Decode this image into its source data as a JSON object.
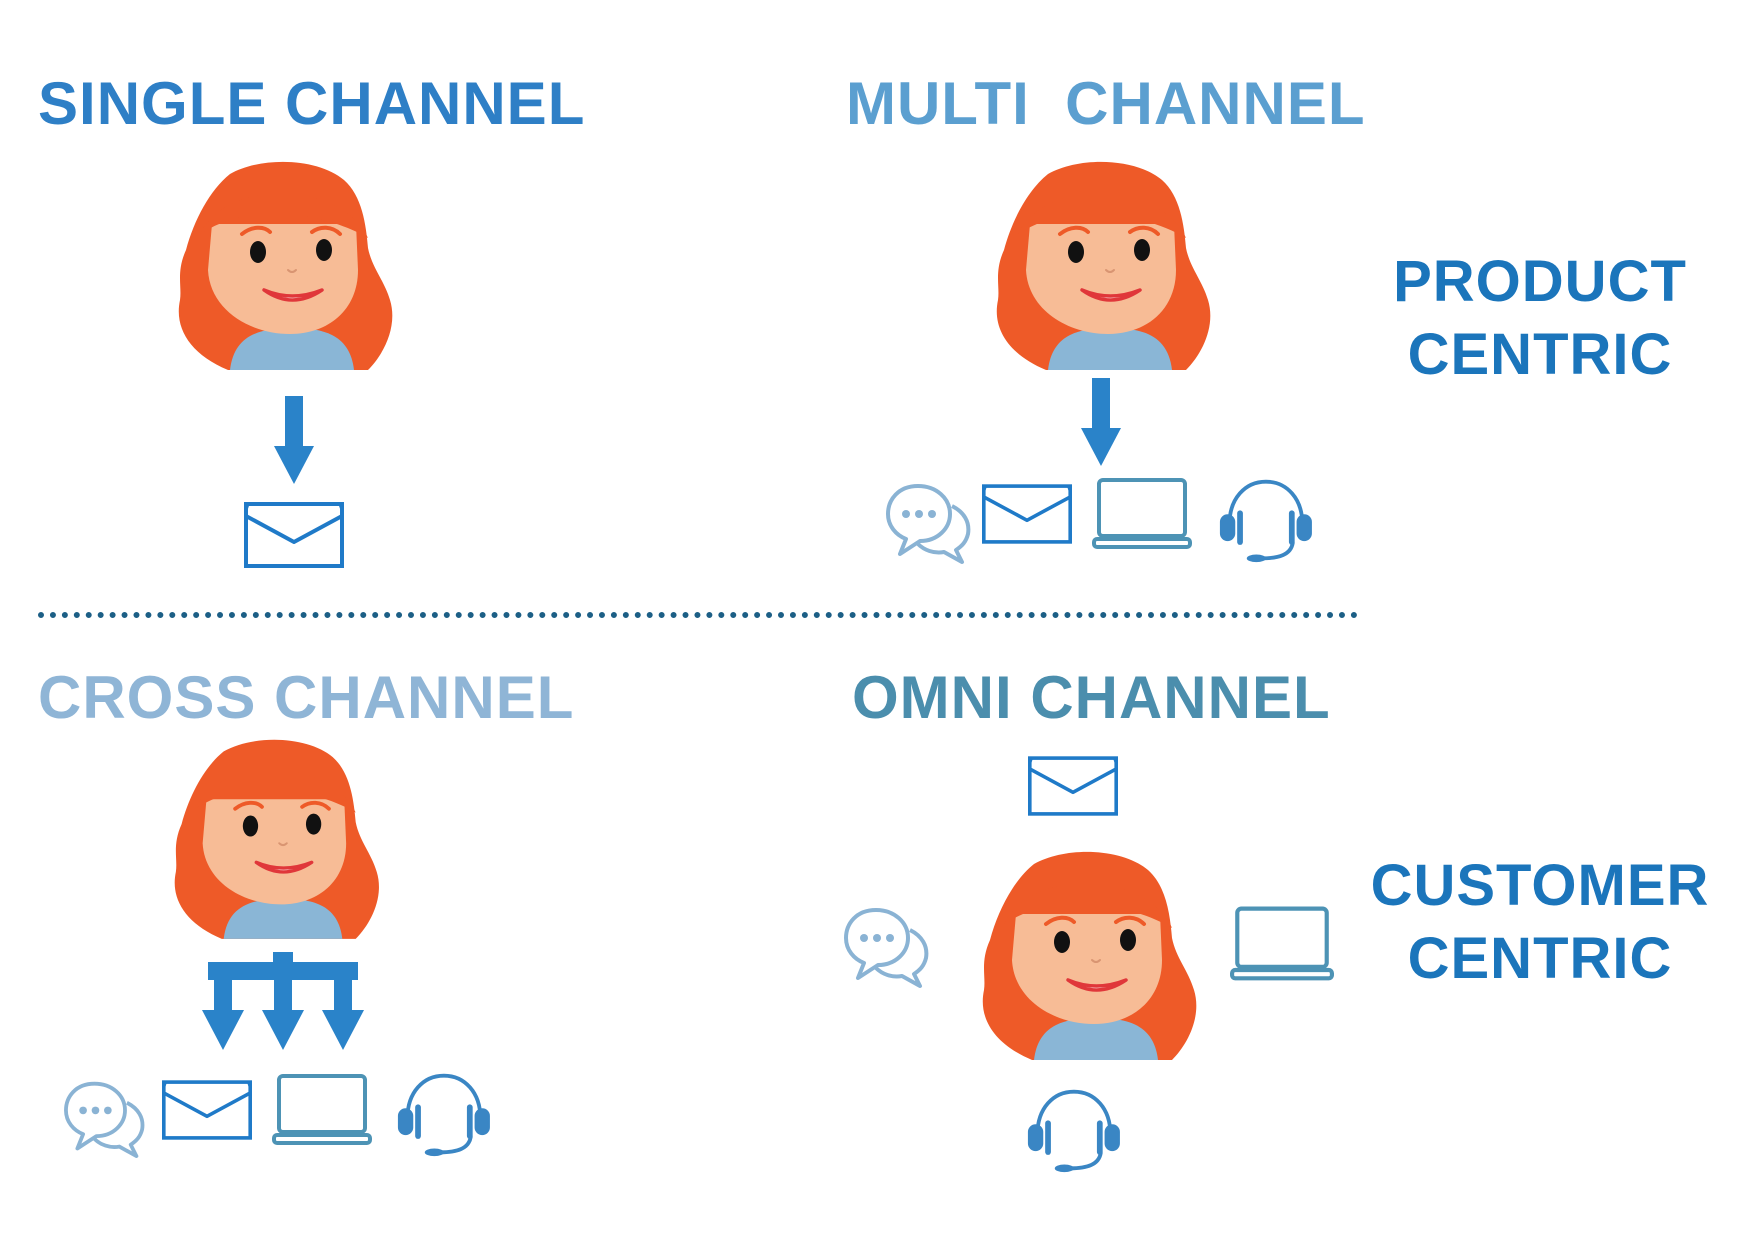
{
  "quadrants": {
    "single": {
      "title": "SINGLE CHANNEL",
      "color": "#2e7fc6"
    },
    "multi": {
      "title": "MULTI  CHANNEL",
      "color": "#5b9fd0"
    },
    "cross": {
      "title": "CROSS CHANNEL",
      "color": "#8fb5d6"
    },
    "omni": {
      "title": "OMNI CHANNEL",
      "color": "#4b8ead"
    }
  },
  "categories": {
    "product": {
      "line1": "PRODUCT",
      "line2": "CENTRIC"
    },
    "customer": {
      "line1": "CUSTOMER",
      "line2": "CENTRIC"
    }
  },
  "icons": {
    "person": "woman-avatar-icon",
    "arrow": "arrow-down-icon",
    "email": "envelope-icon",
    "chat": "chat-bubbles-icon",
    "laptop": "laptop-icon",
    "headset": "headset-icon"
  },
  "colors": {
    "hair": "#ee5a28",
    "skin": "#f7bc96",
    "shirt": "#8ab6d6",
    "arrow": "#2a83c9",
    "icon_blue": "#1f7ac8",
    "icon_light": "#8ab3d4",
    "icon_mid": "#4d93b5",
    "side_text": "#1b75bb"
  }
}
